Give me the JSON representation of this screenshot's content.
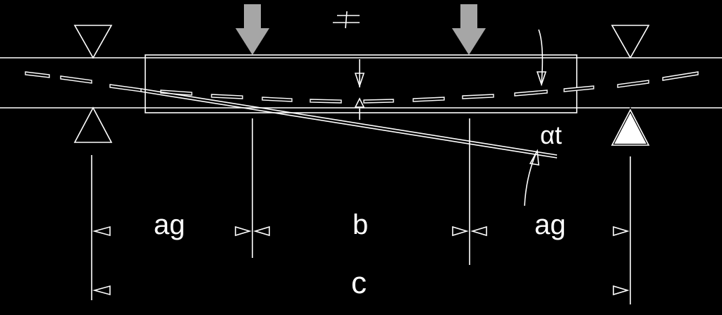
{
  "labels": {
    "ag_left": "ag",
    "b": "b",
    "ag_right": "ag",
    "c": "c",
    "alpha_t": "αt"
  },
  "colors": {
    "background": "#000000",
    "line": "#ffffff",
    "load_arrow": "#a6a6a6"
  },
  "icons": {
    "load_arrow": "down-arrow-icon",
    "support": "triangle-support-icon",
    "symmetry": "centerline-symbol-icon"
  }
}
